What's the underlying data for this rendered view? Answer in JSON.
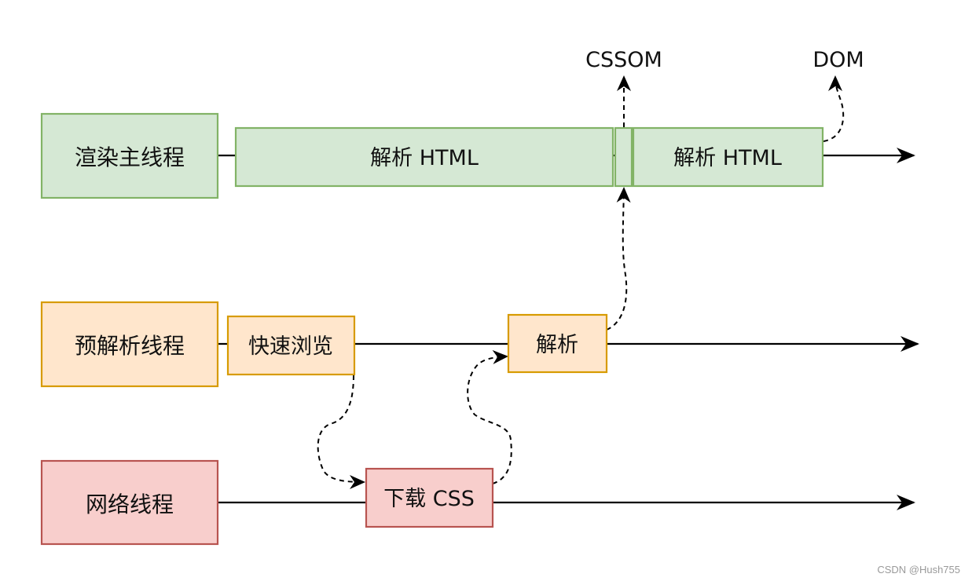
{
  "colors": {
    "green_fill": "#d5e8d4",
    "green_stroke": "#82b366",
    "orange_fill": "#ffe6cc",
    "orange_stroke": "#d79b00",
    "red_fill": "#f8cecc",
    "red_stroke": "#b85450",
    "line": "#000000"
  },
  "threads": {
    "render": "渲染主线程",
    "preparse": "预解析线程",
    "network": "网络线程"
  },
  "tasks": {
    "parse_html_1": "解析 HTML",
    "parse_html_2": "解析 HTML",
    "quick_scan": "快速浏览",
    "parse": "解析",
    "download_css": "下载 CSS"
  },
  "outputs": {
    "cssom": "CSSOM",
    "dom": "DOM"
  },
  "watermark": "CSDN @Hush755"
}
